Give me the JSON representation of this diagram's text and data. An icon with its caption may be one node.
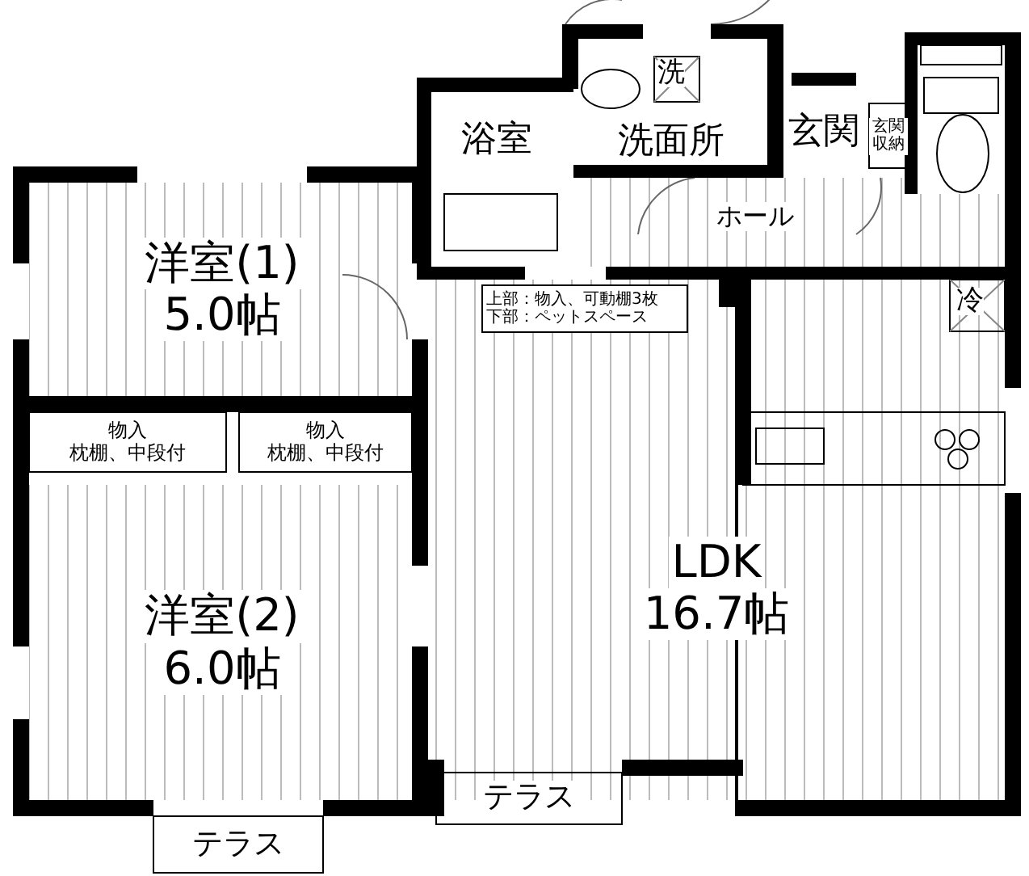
{
  "diagram": {
    "nodes": [
      {
        "text": [
          "洋室(1)",
          "5.0帖"
        ]
      },
      {
        "text": [
          "洋室(2)",
          "6.0帖"
        ]
      },
      {
        "text": [
          "物入",
          "枕棚、中段付"
        ]
      },
      {
        "text": [
          "物入",
          "枕棚、中段付"
        ]
      },
      {
        "text": [
          "浴室"
        ]
      },
      {
        "text": [
          "洗面所"
        ]
      },
      {
        "text": [
          "玄関"
        ]
      },
      {
        "text": [
          "玄関収納"
        ]
      },
      {
        "text": [
          "ホール"
        ]
      },
      {
        "text": [
          "LDK",
          "16.7帖"
        ]
      },
      {
        "text": [
          "上部：物入、可動棚3枚",
          "下部：ペットスペース"
        ]
      },
      {
        "text": [
          "テラス"
        ]
      },
      {
        "text": [
          "テラス"
        ]
      }
    ],
    "labels": [
      "洗",
      "冷"
    ]
  }
}
